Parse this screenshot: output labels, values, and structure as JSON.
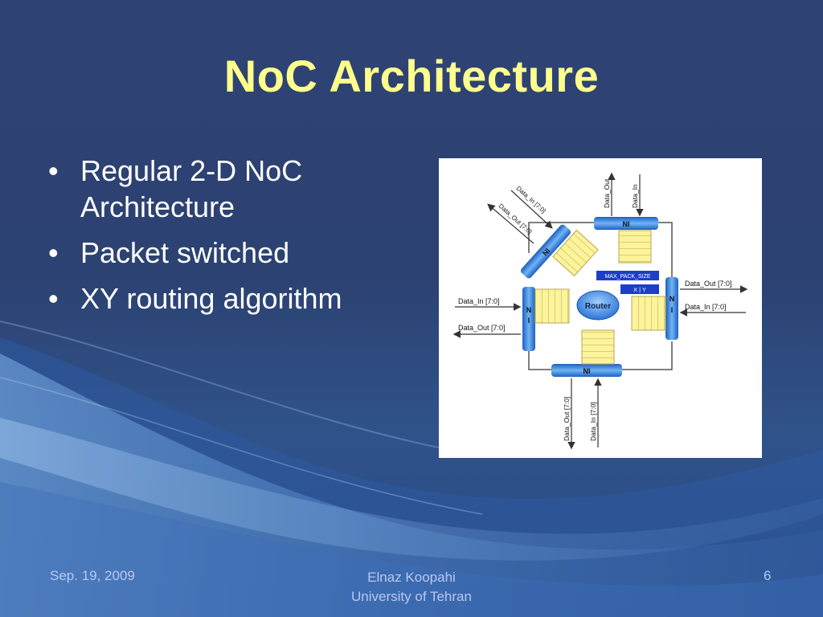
{
  "slide": {
    "title": "NoC Architecture",
    "bullets": [
      "Regular 2-D NoC Architecture",
      "Packet switched",
      "XY routing algorithm"
    ],
    "bullet_symbol": "•"
  },
  "diagram": {
    "center": "Router",
    "ni": "NI",
    "ni_side_top": "N",
    "ni_side_bottom": "I",
    "max_pack_size": "MAX_PACK_SIZE",
    "xy": "X | Y",
    "top_data_out": "Data_Out",
    "top_data_in": "Data_In",
    "diag_data_in": "Data_In [7:0]",
    "diag_data_out": "Data_Out [7:0]",
    "left_data_in": "Data_In [7:0]",
    "left_data_out": "Data_Out [7:0]",
    "right_data_out": "Data_Out [7:0]",
    "right_data_in": "Data_In [7:0]",
    "bottom_data_out": "Data_Out [7:0]",
    "bottom_data_in": "Data_In [7:0]"
  },
  "footer": {
    "date": "Sep. 19, 2009",
    "author": "Elnaz Koopahi",
    "institution": "University of Tehran",
    "page": "6"
  },
  "colors": {
    "title": "#fefe8c",
    "background": "#2f4373",
    "ni_blue": "#3a8ee6",
    "buffer_yellow": "#fdf39a"
  }
}
